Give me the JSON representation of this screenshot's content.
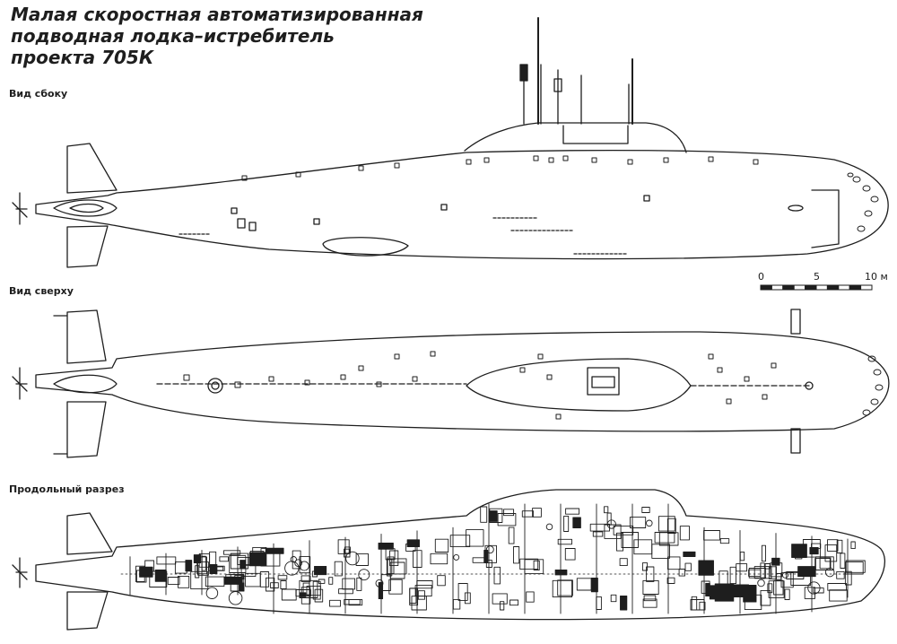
{
  "title": {
    "line1": "Малая скоростная автоматизированная",
    "line2": "подводная лодка–истребитель",
    "line3": "проекта 705К"
  },
  "views": {
    "side": "Вид сбоку",
    "top": "Вид сверху",
    "section": "Продольный разрез"
  },
  "scale_bar": {
    "label_0": "0",
    "label_5": "5",
    "label_10": "10 м",
    "segments": 10
  },
  "colors": {
    "ink": "#1e1e1e",
    "paper": "#ffffff"
  }
}
